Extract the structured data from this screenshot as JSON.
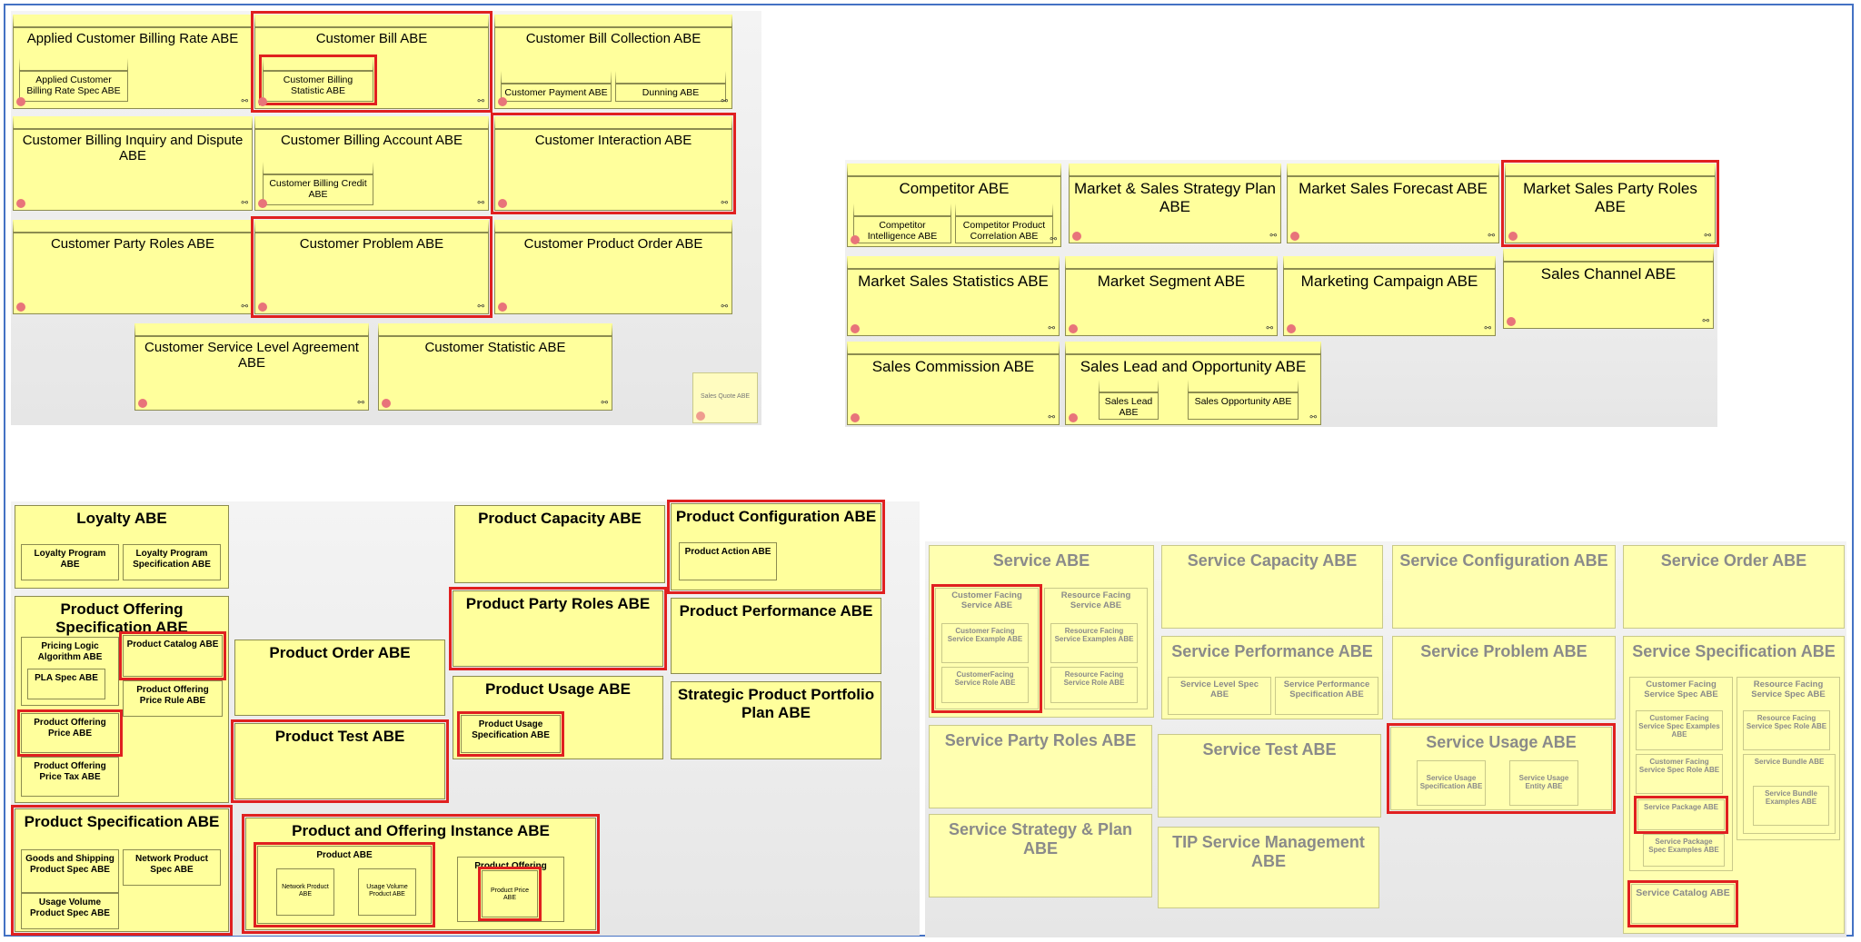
{
  "q1": {
    "applied_rate": "Applied Customer Billing Rate ABE",
    "applied_rate_spec": "Applied Customer Billing Rate Spec ABE",
    "bill": "Customer Bill ABE",
    "billing_statistic": "Customer Billing Statistic ABE",
    "bill_collection": "Customer Bill Collection ABE",
    "payment": "Customer Payment ABE",
    "dunning": "Dunning ABE",
    "inquiry": "Customer Billing Inquiry and Dispute ABE",
    "billing_account": "Customer Billing Account ABE",
    "billing_credit": "Customer Billing Credit ABE",
    "interaction": "Customer Interaction ABE",
    "party_roles": "Customer Party Roles ABE",
    "problem": "Customer Problem ABE",
    "product_order": "Customer Product Order ABE",
    "sla": "Customer Service Level Agreement ABE",
    "statistic": "Customer Statistic ABE",
    "sales_quote": "Sales Quote ABE"
  },
  "q2": {
    "competitor": "Competitor ABE",
    "competitor_intel": "Competitor Intelligence ABE",
    "competitor_product": "Competitor Product Correlation ABE",
    "strategy_plan": "Market & Sales Strategy Plan ABE",
    "forecast": "Market Sales Forecast ABE",
    "party_roles": "Market Sales Party Roles ABE",
    "statistics": "Market Sales Statistics ABE",
    "segment": "Market Segment ABE",
    "campaign": "Marketing Campaign ABE",
    "channel": "Sales Channel ABE",
    "commission": "Sales Commission ABE",
    "lead_opportunity": "Sales Lead and Opportunity ABE",
    "lead": "Sales Lead ABE",
    "opportunity": "Sales Opportunity ABE"
  },
  "q3": {
    "loyalty": "Loyalty ABE",
    "loyalty_program": "Loyalty Program ABE",
    "loyalty_program_spec": "Loyalty Program Specification ABE",
    "capacity": "Product Capacity ABE",
    "configuration": "Product Configuration ABE",
    "action": "Product Action ABE",
    "offering_spec": "Product Offering Specification ABE",
    "pla": "Pricing Logic Algorithm ABE",
    "pla_spec": "PLA Spec ABE",
    "catalog": "Product Catalog ABE",
    "price_rule": "Product Offering Price Rule ABE",
    "offering_price": "Product Offering Price ABE",
    "price_tax": "Product Offering Price Tax ABE",
    "party_roles": "Product Party Roles ABE",
    "performance": "Product Performance ABE",
    "order": "Product Order ABE",
    "usage": "Product Usage ABE",
    "usage_spec": "Product Usage Specification ABE",
    "portfolio": "Strategic Product Portfolio Plan ABE",
    "test": "Product Test ABE",
    "specification": "Product Specification ABE",
    "goods": "Goods and Shipping Product Spec ABE",
    "network_spec": "Network Product Spec ABE",
    "usage_volume_spec": "Usage Volume Product Spec ABE",
    "instance": "Product and Offering Instance ABE",
    "product": "Product ABE",
    "network_product": "Network Product ABE",
    "usage_volume_product": "Usage Volume Product ABE",
    "offering": "Product Offering",
    "price": "Product Price ABE"
  },
  "q4": {
    "service": "Service ABE",
    "cfs": "Customer Facing Service ABE",
    "cfs_example": "Customer Facing Service Example ABE",
    "cfs_role": "CustomerFacing Service Role ABE",
    "rfs": "Resource Facing Service ABE",
    "rfs_examples": "Resource Facing Service Examples ABE",
    "rfs_role": "Resource Facing Service Role ABE",
    "capacity": "Service Capacity ABE",
    "configuration": "Service Configuration ABE",
    "order": "Service Order ABE",
    "performance": "Service Performance ABE",
    "level_spec": "Service Level Spec ABE",
    "perf_spec": "Service Performance Specification ABE",
    "problem": "Service Problem ABE",
    "specification": "Service Specification ABE",
    "cfs_spec": "Customer Facing Service Spec ABE",
    "cfs_spec_examples": "Customer Facing Service Spec Examples ABE",
    "cfs_spec_role": "Customer Facing Service Spec Role ABE",
    "package": "Service Package ABE",
    "package_spec": "Service Package Spec Examples ABE",
    "rfs_spec": "Resource Facing Service Spec ABE",
    "rfs_spec_role": "Resource Facing Service Spec Role ABE",
    "bundle": "Service Bundle ABE",
    "bundle_examples": "Service Bundle Examples ABE",
    "catalog": "Service Catalog ABE",
    "party_roles": "Service Party Roles ABE",
    "test": "Service Test ABE",
    "usage": "Service Usage ABE",
    "usage_spec": "Service Usage Specification ABE",
    "usage_entity": "Service Usage Entity ABE",
    "strategy": "Service Strategy & Plan ABE",
    "tip": "TIP Service Management ABE"
  }
}
